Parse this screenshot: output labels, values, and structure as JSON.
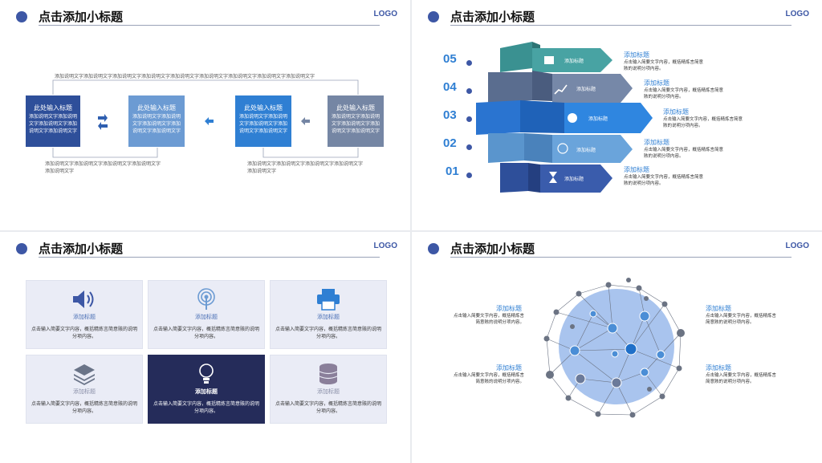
{
  "header": {
    "title": "点击添加小标题",
    "logo": "LOGO"
  },
  "slide1": {
    "top_note": "添加说明文字添加说明文字添加说明文字添加说明文字添加说明文字添加说明文字添加说明文字添加说明文字添加说明文字",
    "boxes": [
      {
        "title": "此处输入标题",
        "body": "添加说明文字添加说明文字添加说明文字添加说明文字添加说明文字",
        "color": "#2e4f9a"
      },
      {
        "title": "此处输入标题",
        "body": "添加说明文字添加说明文字添加说明文字添加说明文字添加说明文字",
        "color": "#6c9bd3"
      },
      {
        "title": "此处输入标题",
        "body": "添加说明文字添加说明文字添加说明文字添加说明文字添加说明文字",
        "color": "#2f7fd3"
      },
      {
        "title": "此处输入标题",
        "body": "添加说明文字添加说明文字添加说明文字添加说明文字添加说明文字",
        "color": "#7586a4"
      }
    ],
    "bottom_note_left": "添加说明文字添加说明文字添加说明文字添加说明文字添加说明文字",
    "bottom_note_right": "添加说明文字添加说明文字添加说明文字添加说明文字添加说明文字"
  },
  "slide2": {
    "steps": [
      {
        "num": "05",
        "label": "添加标题",
        "title": "添加标题",
        "body": "点击输入简要文字内容，概括精炼言简意赅的说明分项内容。",
        "icon": "shirt-icon"
      },
      {
        "num": "04",
        "label": "添加标题",
        "title": "添加标题",
        "body": "点击输入简要文字内容，概括精炼言简意赅的说明分项内容。",
        "icon": "chart-icon"
      },
      {
        "num": "03",
        "label": "添加标题",
        "title": "添加标题",
        "body": "点击输入简要文字内容，概括精炼言简意赅的说明分项内容。",
        "icon": "pie-icon"
      },
      {
        "num": "02",
        "label": "添加标题",
        "title": "添加标题",
        "body": "点击输入简要文字内容，概括精炼言简意赅的说明分项内容。",
        "icon": "clock-icon"
      },
      {
        "num": "01",
        "label": "添加标题",
        "title": "添加标题",
        "body": "点击输入简要文字内容，概括精炼言简意赅的说明分项内容。",
        "icon": "hourglass-icon"
      }
    ]
  },
  "slide3": {
    "cards": [
      {
        "title": "添加标题",
        "body": "点击输入简要文字内容，概括精炼言简意赅的说明分项内容。",
        "icon": "speaker-icon"
      },
      {
        "title": "添加标题",
        "body": "点击输入简要文字内容，概括精炼言简意赅的说明分项内容。",
        "icon": "broadcast-icon"
      },
      {
        "title": "添加标题",
        "body": "点击输入简要文字内容，概括精炼言简意赅的说明分项内容。",
        "icon": "printer-icon"
      },
      {
        "title": "添加标题",
        "body": "点击输入简要文字内容，概括精炼言简意赅的说明分项内容。",
        "icon": "layers-icon"
      },
      {
        "title": "添加标题",
        "body": "点击输入简要文字内容，概括精炼言简意赅的说明分项内容。",
        "icon": "lightbulb-icon"
      },
      {
        "title": "添加标题",
        "body": "点击输入简要文字内容，概括精炼言简意赅的说明分项内容。",
        "icon": "database-icon"
      }
    ]
  },
  "slide4": {
    "notes": [
      {
        "title": "添加标题",
        "body": "点击输入简要文字内容，概括精炼言简意赅的说明分项内容。"
      },
      {
        "title": "添加标题",
        "body": "点击输入简要文字内容，概括精炼言简意赅的说明分项内容。"
      },
      {
        "title": "添加标题",
        "body": "点击输入简要文字内容，概括精炼言简意赅的说明分项内容。"
      },
      {
        "title": "添加标题",
        "body": "点击输入简要文字内容，概括精炼言简意赅的说明分项内容。"
      }
    ]
  }
}
